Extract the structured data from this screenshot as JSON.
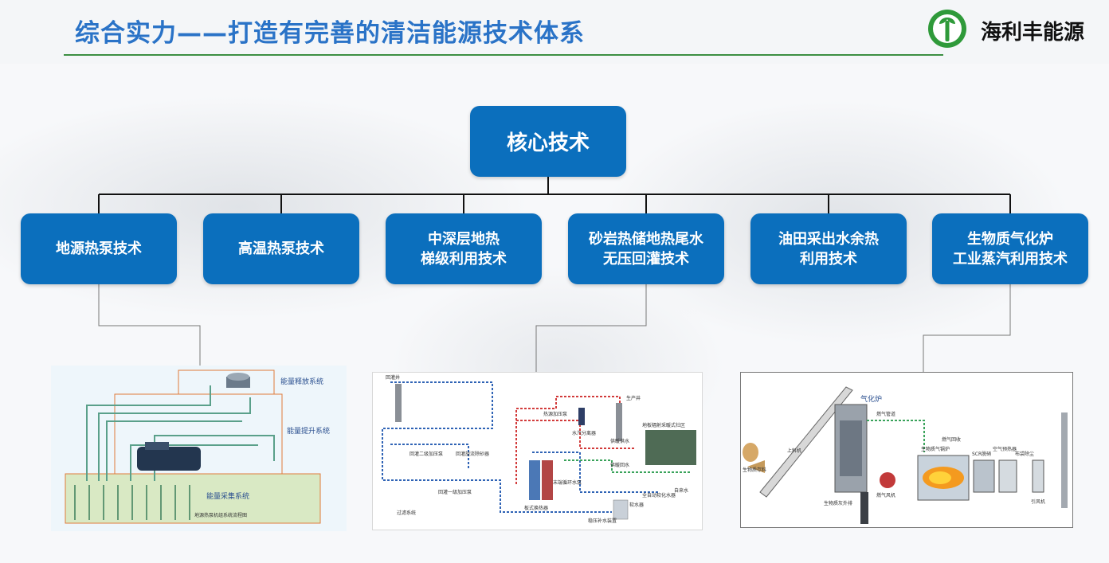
{
  "header": {
    "title": "综合实力——打造有完善的清洁能源技术体系",
    "brand": "海利丰能源",
    "accent_color": "#2a73c7",
    "rule_color": "#3c8f42"
  },
  "diagram": {
    "root": "核心技术",
    "box_color": "#0b6fbd",
    "branches": [
      {
        "lines": [
          "地源热泵技术"
        ]
      },
      {
        "lines": [
          "高温热泵技术"
        ]
      },
      {
        "lines": [
          "中深层地热",
          "梯级利用技术"
        ]
      },
      {
        "lines": [
          "砂岩热储地热尾水",
          "无压回灌技术"
        ]
      },
      {
        "lines": [
          "油田采出水余热",
          "利用技术"
        ]
      },
      {
        "lines": [
          "生物质气化炉",
          "工业蒸汽利用技术"
        ]
      }
    ]
  },
  "panels": {
    "ground_source": {
      "icon": "ground-source-heat-pump-schematic",
      "labels": [
        "能量释放系统",
        "能量提升系统",
        "能量采集系统"
      ],
      "caption": "地源热泵机组系统流程图"
    },
    "geothermal": {
      "icon": "geothermal-reinjection-flow-schematic",
      "labels": [
        "回灌井",
        "生产井",
        "水汽分离器",
        "板式换热器",
        "供暖供水",
        "供暖回水",
        "软水器",
        "全自动软化水器",
        "过滤系统",
        "回灌二级加压泵",
        "回灌一级加压泵",
        "回灌旋流除砂器",
        "热源加压泵",
        "末端循环水泵",
        "稳压补水装置",
        "自来水",
        "地板辐射采暖式社区"
      ]
    },
    "biomass": {
      "icon": "biomass-gasifier-steam-schematic",
      "labels": [
        "气化炉",
        "上料机",
        "生物质存料",
        "燃气管道",
        "生物质气锅炉",
        "燃气风机",
        "生物质灰外排",
        "燃气回收",
        "SCR脱硝",
        "空气预热器",
        "布袋除尘",
        "引风机"
      ]
    }
  }
}
